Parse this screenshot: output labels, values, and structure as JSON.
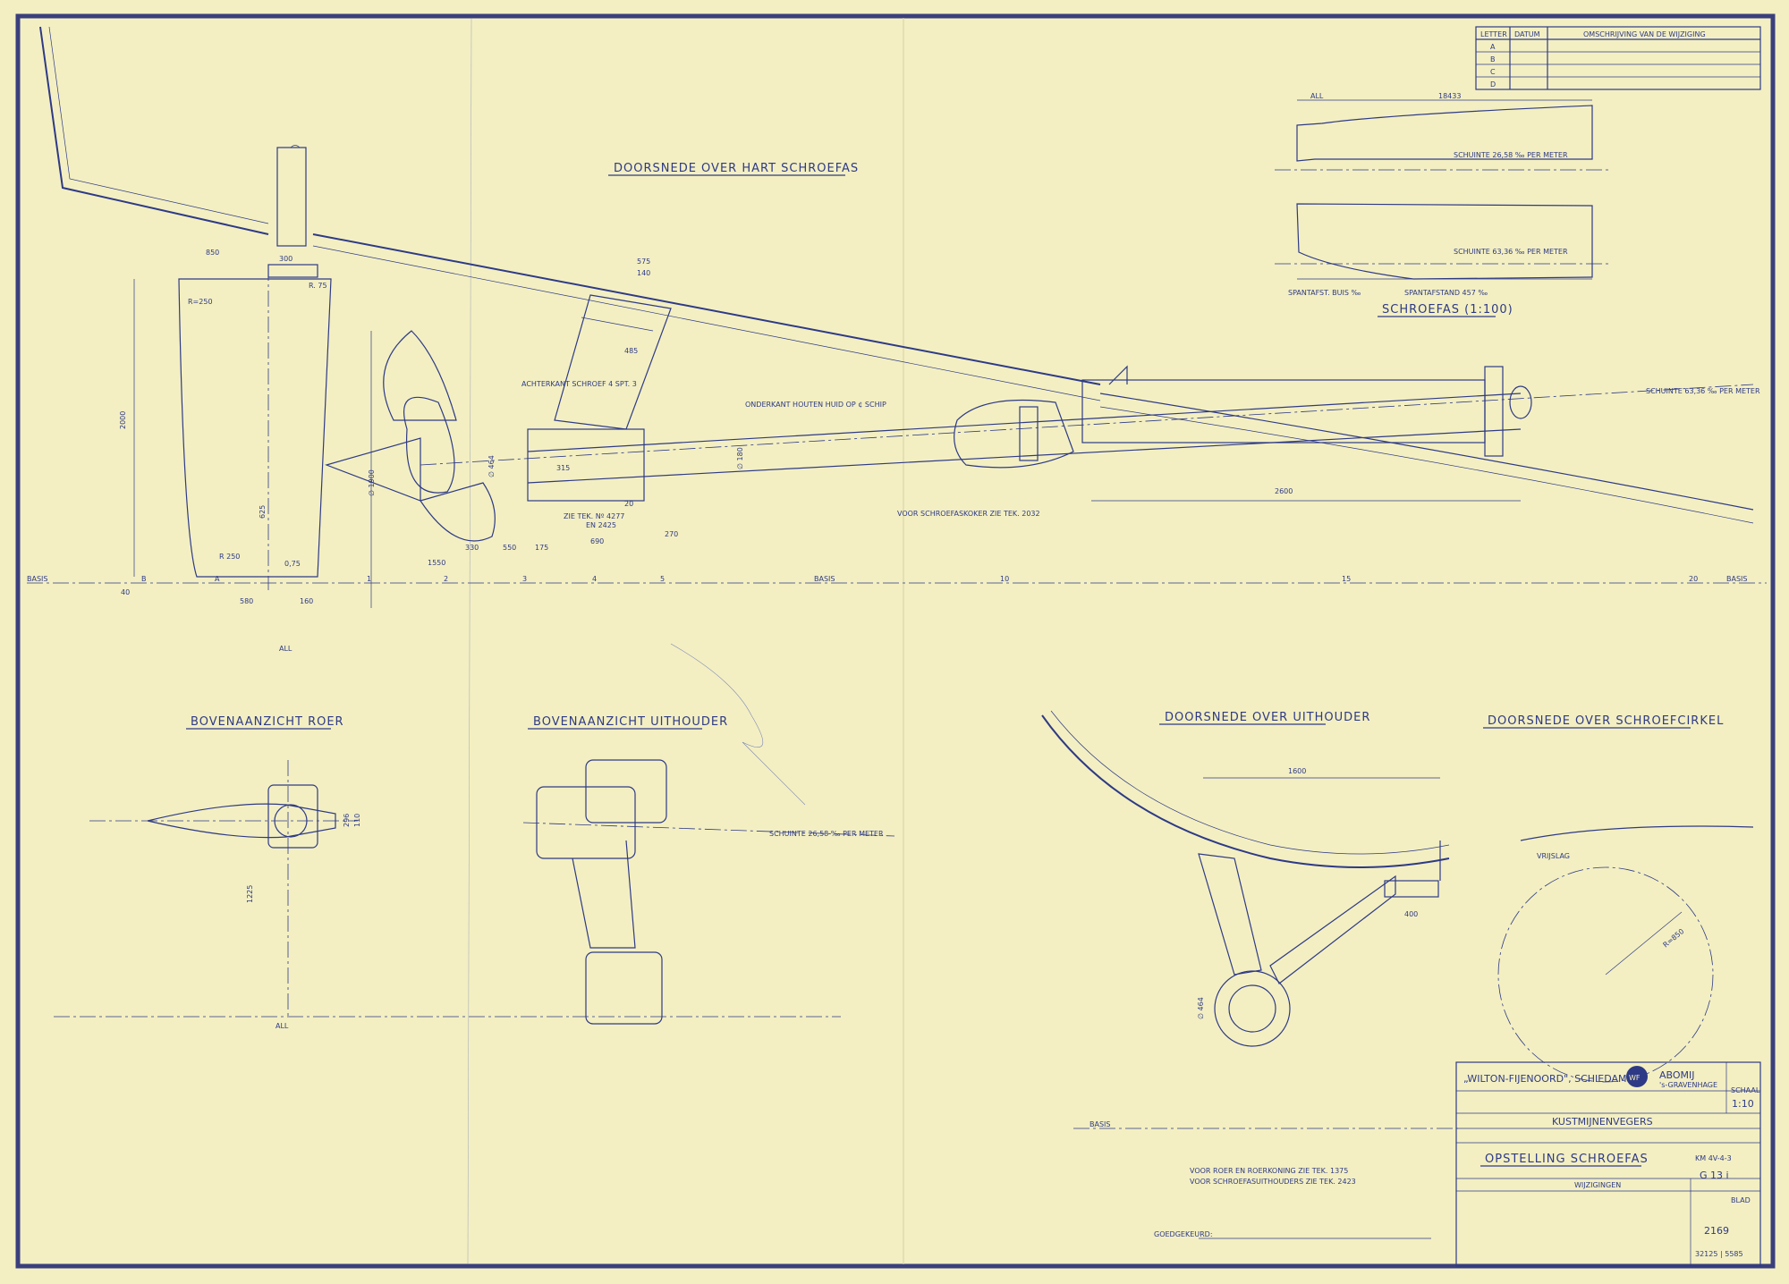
{
  "titles": {
    "section_shaft": "DOORSNEDE OVER HART SCHROEFAS",
    "shaft_scale": "SCHROEFAS (1:100)",
    "top_rudder": "BOVENAANZICHT ROER",
    "top_bracket": "BOVENAANZICHT UITHOUDER",
    "section_bracket": "DOORSNEDE OVER UITHOUDER",
    "section_circle": "DOORSNEDE OVER SCHROEFCIRKEL"
  },
  "revision_table": {
    "headers": [
      "LETTER",
      "DATUM",
      "OMSCHRIJVING VAN DE WIJZIGING"
    ],
    "letters": [
      "A",
      "B",
      "C",
      "D"
    ]
  },
  "annotations": {
    "achterkant": "ACHTERKANT SCHROEF 4 SPT. 3",
    "onderkant": "ONDERKANT HOUTEN HUID OP ¢ SCHIP",
    "voor_koker": "VOOR SCHROEFASKOKER ZIE TEK. 2032",
    "zie_tek": "ZIE TEK. Nº 4277",
    "zie_tek2": "EN 2425",
    "schuinte_right": "SCHUINTE 63,36 ‰ PER METER",
    "schuinte_plan": "SCHUINTE 26,58 ‰ PER METER",
    "schuinte_small1": "SCHUINTE 26,58 ‰ PER METER",
    "schuinte_small2": "SCHUINTE 63,36 ‰ PER METER",
    "spantafstand": "SPANTAFSTAND 457 ‰",
    "spantnight": "SPANTAFST. BUIS ‰",
    "vrijslag": "VRIJSLAG",
    "basis": "BASIS",
    "all": "ALL",
    "note_1": "VOOR ROER EN ROERKONING ZIE TEK. 1375",
    "note_2": "VOOR SCHROEFASUITHOUDERS ZIE TEK. 2423",
    "goedgekeurd": "GOEDGEKEURD:"
  },
  "dimensions": {
    "d850": "850",
    "d300": "300",
    "r75": "R. 75",
    "r250": "R=250",
    "d2000": "2000",
    "r250b": "R 250",
    "d625": "625",
    "d75": "0,75",
    "d580": "580",
    "d160": "160",
    "d40": "40",
    "d1900": "∅ 1900",
    "d485": "485",
    "d575": "575",
    "d140": "140",
    "d464": "∅ 464",
    "d180": "∅ 180",
    "d315": "315",
    "d20": "20",
    "d1550": "1550",
    "d330": "330",
    "d550": "550",
    "d175": "175",
    "d690": "690",
    "d270": "270",
    "d2600": "2600",
    "d18433": "18433",
    "d1600": "1600",
    "d400": "400",
    "r850": "R=850",
    "d1225": "1225",
    "d296": "296",
    "d110": "110",
    "d464b": "∅ 464"
  },
  "frame_numbers": [
    "1",
    "2",
    "3",
    "4",
    "5",
    "10",
    "15",
    "20",
    "A",
    "B"
  ],
  "title_block": {
    "company": "„WILTON-FIJENOORD\", SCHIEDAM",
    "logo": "WF",
    "client": "ABOMIJ",
    "client_city": "'s-GRAVENHAGE",
    "scale_label": "SCHAAL",
    "scale": "1:10",
    "project": "KUSTMIJNENVEGERS",
    "drawing_title": "OPSTELLING SCHROEFAS",
    "handwritten_ref": "KM 4V-4-3",
    "sheet_code": "G 13 i",
    "wijzigingen": "WIJZIGINGEN",
    "drawing_no_label": "BLAD",
    "drawing_no": "2169",
    "stamp_text": "32125 | 5585"
  }
}
